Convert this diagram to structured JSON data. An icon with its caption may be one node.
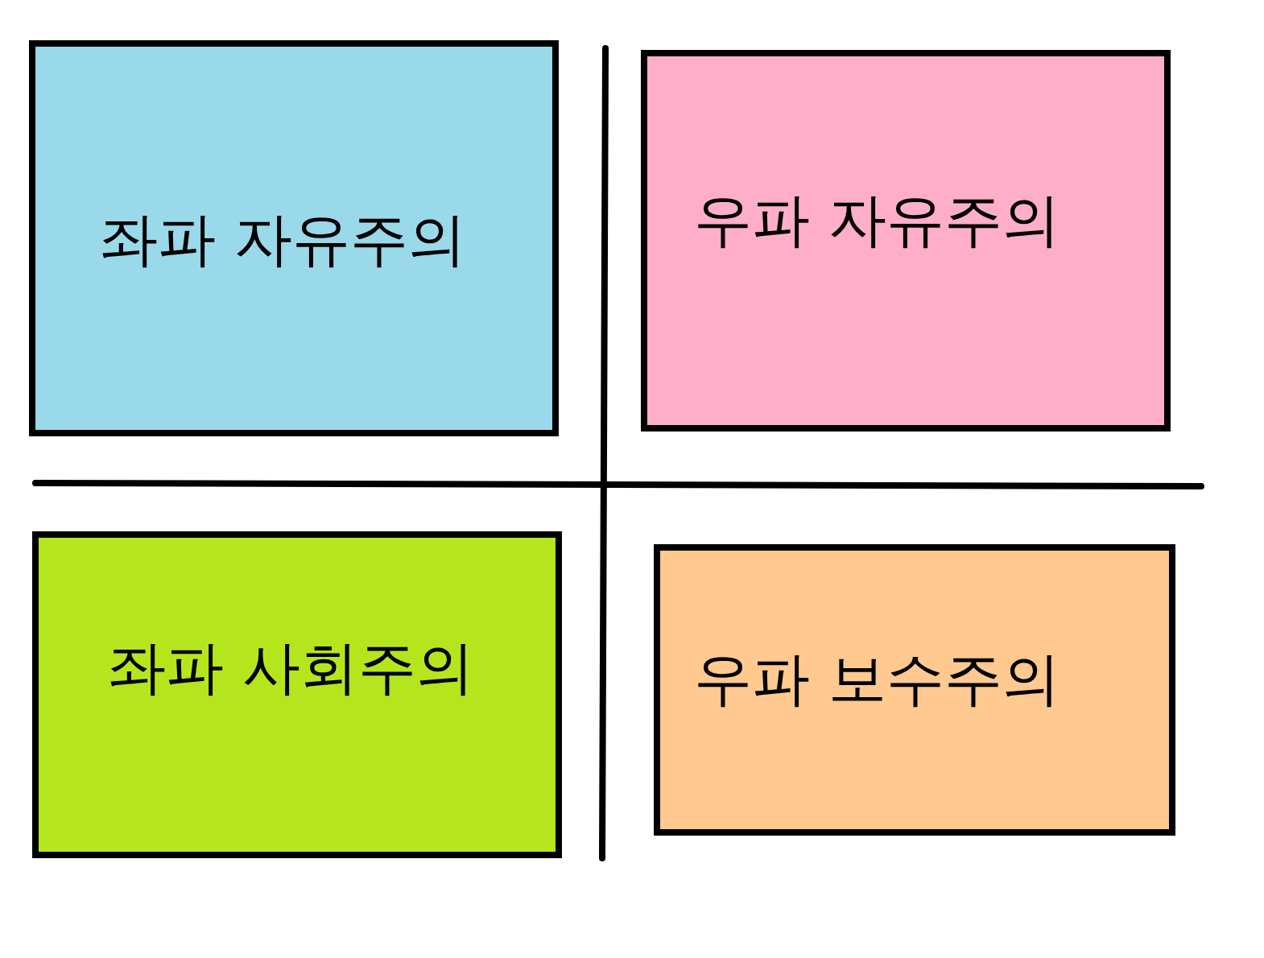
{
  "diagram": {
    "nodes": [
      {
        "text": [
          "좌파 자유주의"
        ]
      },
      {
        "text": [
          "우파 자유주의"
        ]
      },
      {
        "text": [
          "좌파 사회주의"
        ]
      },
      {
        "text": [
          "우파 보수주의"
        ]
      }
    ]
  }
}
